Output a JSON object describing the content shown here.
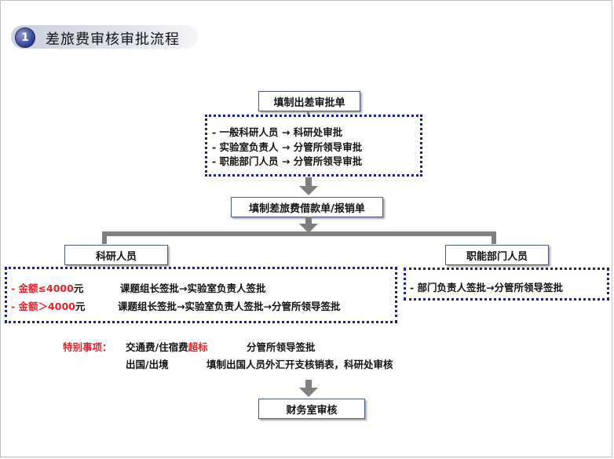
{
  "title": {
    "number": "1",
    "text": "差旅费审核审批流程"
  },
  "step1": {
    "label": "填制出差审批单"
  },
  "approval_rules": [
    "- 一般科研人员 → 科研处审批",
    "- 实验室负责人 → 分管所领导审批",
    "- 职能部门人员 → 分管所领导审批"
  ],
  "step2": {
    "label": "填制差旅费借款单/报销单"
  },
  "research": {
    "label": "科研人员",
    "rules": [
      {
        "prefix": "- ",
        "amount": "金额≤4000",
        "unit": "元",
        "flow": "课题组长签批→实验室负责人签批"
      },
      {
        "prefix": "- ",
        "amount": "金额＞4000",
        "unit": "元",
        "flow": "课题组长签批→实验室负责人签批→分管所领导签批"
      }
    ]
  },
  "admin": {
    "label": "职能部门人员",
    "rule": "- 部门负责人签批→分管所领导签批"
  },
  "special": {
    "heading": "特别事项：",
    "item1_a": "交通费/住宿费",
    "item1_b": "超标",
    "item1_c": "分管所领导签批",
    "item2_a": "出国/出境",
    "item2_b": "填制出国人员外汇开支核销表，科研处审核"
  },
  "final": {
    "label": "财务室审核"
  },
  "colors": {
    "accent_red": "#e0212b",
    "dotted_border": "#1d1f8a",
    "arrow": "#7f7f7f"
  }
}
